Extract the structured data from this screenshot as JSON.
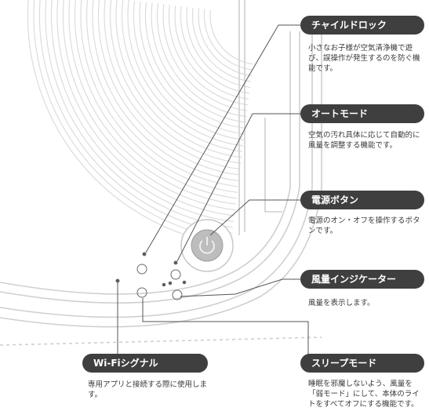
{
  "callouts": {
    "child_lock": {
      "title": "チャイルドロック",
      "desc": "小さなお子様が空気清浄機で遊び、誤操作が発生するのを防ぐ機能です。"
    },
    "auto_mode": {
      "title": "オートモード",
      "desc": "空気の汚れ具体に応じて自動的に風量を調整する機能です。"
    },
    "power_button": {
      "title": "電源ボタン",
      "desc": "電源のオン・オフを操作するボタンです。"
    },
    "fan_indicator": {
      "title": "風量インジケーター",
      "desc": "風量を表示します。"
    },
    "wifi_signal": {
      "title": "Wi-Fiシグナル",
      "desc": "専用アプリと接続する際に使用します。"
    },
    "sleep_mode": {
      "title": "スリープモード",
      "desc": "睡眠を邪魔しないよう、風量を「弱モード」にして、本体のライトをすべてオフにする機能です。"
    }
  },
  "colors": {
    "pill_bg": "#3f3f3f",
    "line": "#555555",
    "device_stroke": "#cfcfcf"
  }
}
